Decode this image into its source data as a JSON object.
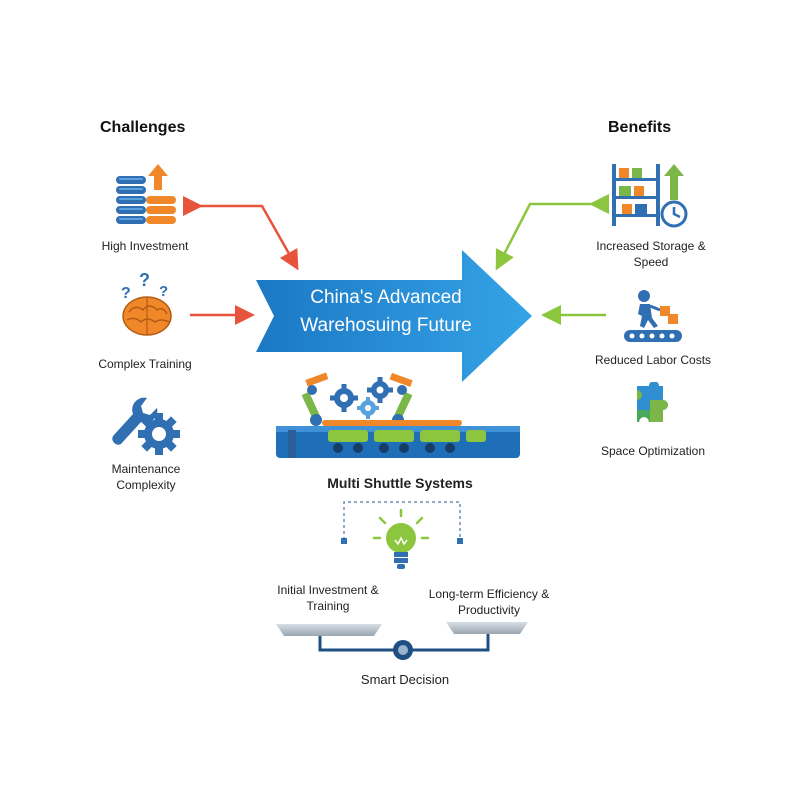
{
  "challenges": {
    "title": "Challenges",
    "items": [
      {
        "label": "High Investment",
        "icon": "coins-arrow-up-icon"
      },
      {
        "label": "Complex Training",
        "icon": "brain-question-icon"
      },
      {
        "label": "Maintenance Complexity",
        "icon": "wrench-gear-icon"
      }
    ]
  },
  "benefits": {
    "title": "Benefits",
    "items": [
      {
        "label": "Increased Storage & Speed",
        "icon": "shelves-clock-icon"
      },
      {
        "label": "Reduced Labor Costs",
        "icon": "worker-conveyor-icon"
      },
      {
        "label": "Space Optimization",
        "icon": "puzzle-icon"
      }
    ]
  },
  "center": {
    "line1": "China's Advanced",
    "line2": "Warehosuing Future"
  },
  "system": {
    "label": "Multi Shuttle Systems"
  },
  "balance": {
    "left_label": "Initial Investment & Training",
    "right_label": "Long-term Efficiency & Productivity",
    "decision_label": "Smart Decision"
  },
  "colors": {
    "arrow_blue": "#2e8fd4",
    "challenge_arrow": "#e8533b",
    "benefit_arrow": "#8cc63f",
    "icon_blue": "#2f6fb2",
    "icon_orange": "#f0882a",
    "icon_green": "#7ab648"
  }
}
